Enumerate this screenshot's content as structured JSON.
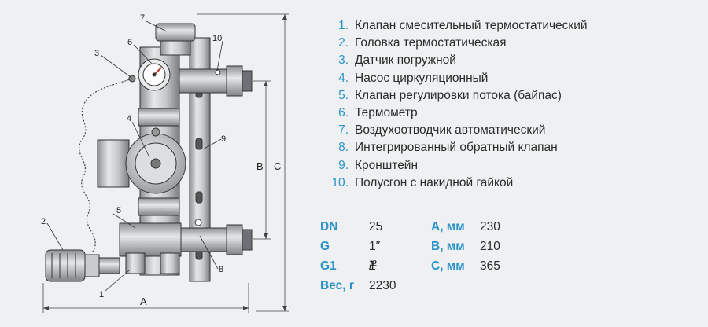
{
  "legend": [
    {
      "num": "1",
      "text": "Клапан смесительный термостатический"
    },
    {
      "num": "2",
      "text": "Головка термостатическая"
    },
    {
      "num": "3",
      "text": "Датчик погружной"
    },
    {
      "num": "4",
      "text": "Насос циркуляционный"
    },
    {
      "num": "5",
      "text": "Клапан регулировки потока (байпас)"
    },
    {
      "num": "6",
      "text": "Термометр"
    },
    {
      "num": "7",
      "text": "Воздухоотводчик автоматический"
    },
    {
      "num": "8",
      "text": "Интегрированный обратный клапан"
    },
    {
      "num": "9",
      "text": "Кронштейн"
    },
    {
      "num": "10",
      "text": "Полусгон с накидной гайкой"
    }
  ],
  "specs": {
    "rows": [
      {
        "k1": "DN",
        "v1": "25",
        "k2": "А, мм",
        "v2": "230"
      },
      {
        "k1": "G",
        "v1": "1″",
        "k2": "В, мм",
        "v2": "210"
      },
      {
        "k1": "G1",
        "v1": "",
        "k2": "С, мм",
        "v2": "365"
      },
      {
        "k1": "Вес, г",
        "v1": "2230",
        "k2": "",
        "v2": ""
      }
    ],
    "g1_value": {
      "whole": "1",
      "num": "1",
      "den": "2",
      "unit": "″"
    }
  },
  "diagram": {
    "callouts": [
      "1",
      "2",
      "3",
      "4",
      "5",
      "6",
      "7",
      "8",
      "9",
      "10"
    ],
    "dims": {
      "a": "A",
      "b": "B",
      "c": "C"
    }
  },
  "colors": {
    "accent": "#2a93c9",
    "text": "#2b2b2b",
    "background": "#eef0f2"
  }
}
